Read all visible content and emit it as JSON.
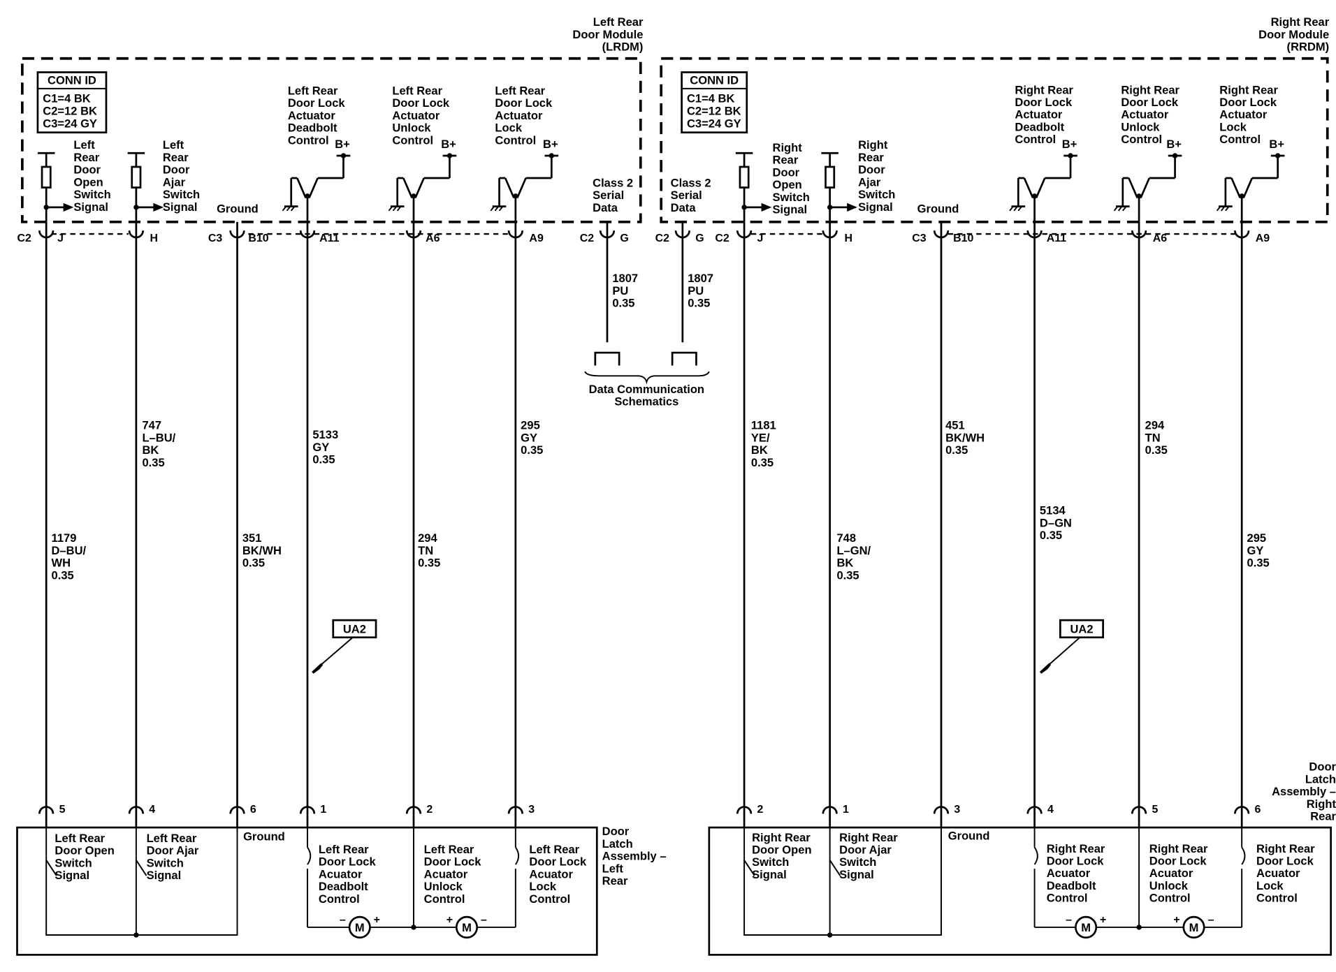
{
  "modules": {
    "left": {
      "title": [
        "Left Rear",
        "Door Module",
        "(LRDM)"
      ],
      "conn_title": "CONN ID",
      "conn": [
        "C1=4 BK",
        "C2=12 BK",
        "C3=24 GY"
      ],
      "ground": "Ground",
      "class2": [
        "Class 2",
        "Serial",
        "Data"
      ],
      "inputs": [
        [
          "Left",
          "Rear",
          "Door",
          "Open",
          "Switch",
          "Signal"
        ],
        [
          "Left",
          "Rear",
          "Door",
          "Ajar",
          "Switch",
          "Signal"
        ]
      ],
      "outputs": [
        [
          "Left Rear",
          "Door Lock",
          "Actuator",
          "Deadbolt",
          "Control"
        ],
        [
          "Left Rear",
          "Door Lock",
          "Actuator",
          "Unlock",
          "Control"
        ],
        [
          "Left Rear",
          "Door Lock",
          "Actuator",
          "Lock",
          "Control"
        ]
      ],
      "bplus": "B+"
    },
    "right": {
      "title": [
        "Right Rear",
        "Door Module",
        "(RRDM)"
      ],
      "conn_title": "CONN ID",
      "conn": [
        "C1=4 BK",
        "C2=12 BK",
        "C3=24 GY"
      ],
      "ground": "Ground",
      "class2": [
        "Class 2",
        "Serial",
        "Data"
      ],
      "inputs": [
        [
          "Right",
          "Rear",
          "Door",
          "Open",
          "Switch",
          "Signal"
        ],
        [
          "Right",
          "Rear",
          "Door",
          "Ajar",
          "Switch",
          "Signal"
        ]
      ],
      "outputs": [
        [
          "Right Rear",
          "Door Lock",
          "Actuator",
          "Deadbolt",
          "Control"
        ],
        [
          "Right Rear",
          "Door Lock",
          "Actuator",
          "Unlock",
          "Control"
        ],
        [
          "Right Rear",
          "Door Lock",
          "Actuator",
          "Lock",
          "Control"
        ]
      ],
      "bplus": "B+"
    }
  },
  "top_pins": {
    "left": [
      "C2",
      "J",
      "H",
      "C3",
      "B10",
      "A11",
      "A6",
      "A9",
      "C2",
      "G"
    ],
    "right": [
      "C2",
      "G",
      "C2",
      "J",
      "H",
      "C3",
      "B10",
      "A11",
      "A6",
      "A9"
    ]
  },
  "wires": {
    "left": [
      [
        "1179",
        "D–BU/",
        "WH",
        "0.35"
      ],
      [
        "747",
        "L–BU/",
        "BK",
        "0.35"
      ],
      [
        "351",
        "BK/WH",
        "0.35"
      ],
      [
        "5133",
        "GY",
        "0.35"
      ],
      [
        "294",
        "TN",
        "0.35"
      ],
      [
        "295",
        "GY",
        "0.35"
      ],
      [
        "1807",
        "PU",
        "0.35"
      ]
    ],
    "right": [
      [
        "1807",
        "PU",
        "0.35"
      ],
      [
        "1181",
        "YE/",
        "BK",
        "0.35"
      ],
      [
        "748",
        "L–GN/",
        "BK",
        "0.35"
      ],
      [
        "451",
        "BK/WH",
        "0.35"
      ],
      [
        "5134",
        "D–GN",
        "0.35"
      ],
      [
        "294",
        "TN",
        "0.35"
      ],
      [
        "295",
        "GY",
        "0.35"
      ]
    ]
  },
  "data_comm": [
    "Data Communication",
    "Schematics"
  ],
  "ua2": "UA2",
  "bottom_pins": {
    "left": [
      "5",
      "4",
      "6",
      "1",
      "2",
      "3"
    ],
    "right": [
      "2",
      "1",
      "3",
      "4",
      "5",
      "6"
    ]
  },
  "latch": {
    "left": {
      "title": [
        "Door",
        "Latch",
        "Assembly –",
        "Left",
        "Rear"
      ],
      "switches": [
        [
          "Left Rear",
          "Door Open",
          "Switch",
          "Signal"
        ],
        [
          "Left Rear",
          "Door Ajar",
          "Switch",
          "Signal"
        ]
      ],
      "ground": "Ground",
      "actuators": [
        [
          "Left Rear",
          "Door Lock",
          "Acuator",
          "Deadbolt",
          "Control"
        ],
        [
          "Left Rear",
          "Door Lock",
          "Acuator",
          "Unlock",
          "Control"
        ],
        [
          "Left Rear",
          "Door Lock",
          "Acuator",
          "Lock",
          "Control"
        ]
      ]
    },
    "right": {
      "title": [
        "Door",
        "Latch",
        "Assembly –",
        "Right",
        "Rear"
      ],
      "switches": [
        [
          "Right Rear",
          "Door Open",
          "Switch",
          "Signal"
        ],
        [
          "Right Rear",
          "Door Ajar",
          "Switch",
          "Signal"
        ]
      ],
      "ground": "Ground",
      "actuators": [
        [
          "Right Rear",
          "Door Lock",
          "Acuator",
          "Deadbolt",
          "Control"
        ],
        [
          "Right Rear",
          "Door Lock",
          "Acuator",
          "Unlock",
          "Control"
        ],
        [
          "Right Rear",
          "Door Lock",
          "Acuator",
          "Lock",
          "Control"
        ]
      ]
    }
  },
  "motor": {
    "symbol": "M",
    "plus": "+",
    "minus": "–"
  }
}
